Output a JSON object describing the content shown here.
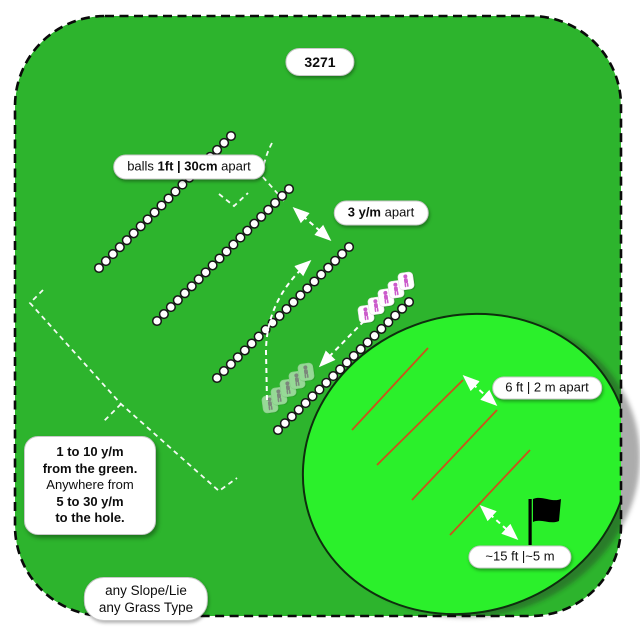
{
  "title_badge": "3271",
  "labels": {
    "ball_spacing": {
      "parts": [
        {
          "t": "balls ",
          "b": false
        },
        {
          "t": "1ft | 30cm",
          "b": true
        },
        {
          "t": " apart",
          "b": false
        }
      ]
    },
    "row_spacing": {
      "parts": [
        {
          "t": "3 y/m",
          "b": true
        },
        {
          "t": " apart",
          "b": false
        }
      ]
    },
    "green_line_spacing": "6 ft | 2 m apart",
    "flag_distance": "~15 ft |~5 m"
  },
  "info_box": {
    "lines": [
      {
        "t": "1 to 10 y/m",
        "b": true
      },
      {
        "t": "from the green.",
        "b": true
      },
      {
        "t": "Anywhere from",
        "b": false
      },
      {
        "t": "5 to 30 y/m",
        "b": true
      },
      {
        "t": "to the hole.",
        "b": true
      }
    ]
  },
  "conditions": {
    "lines": [
      {
        "t": "any Slope/Lie",
        "b": false
      },
      {
        "t": "any Grass Type",
        "b": false
      }
    ]
  },
  "colors": {
    "field_green": "#2db42d",
    "putting_green": "#2bf02b",
    "line_orange": "#c9541c",
    "marker_magenta": "#cb5bcb",
    "border_black": "#0a0a0a",
    "guide_white": "#ffffff",
    "shadow_gray": "#8a8a8a"
  }
}
